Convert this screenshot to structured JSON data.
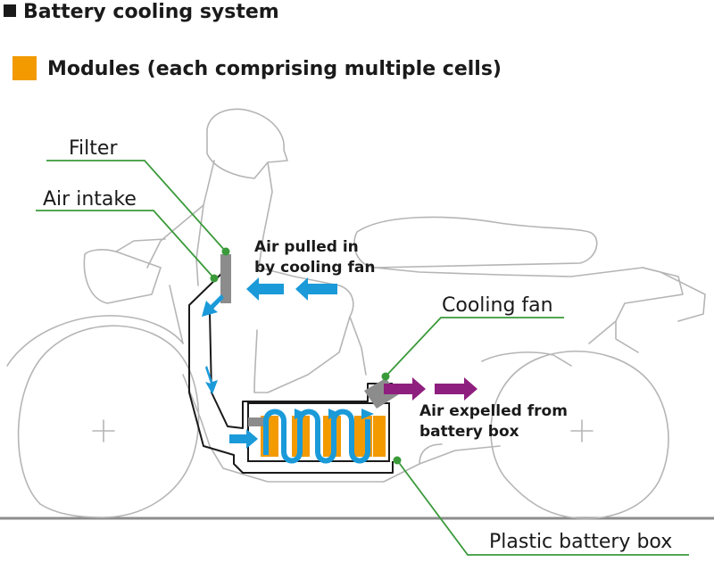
{
  "title": "Battery cooling system",
  "legend": {
    "text": "Modules (each comprising multiple cells)",
    "color": "#f29a00"
  },
  "labels": {
    "filter": "Filter",
    "air_intake": "Air intake",
    "air_pulled_line1": "Air pulled in",
    "air_pulled_line2": "by cooling fan",
    "cooling_fan": "Cooling fan",
    "air_expelled_line1": "Air expelled from",
    "air_expelled_line2": "battery box",
    "battery_box": "Plastic battery box"
  },
  "colors": {
    "module": "#f29a00",
    "intake_arrow": "#1a9ad9",
    "exhaust_arrow": "#8e1f7f",
    "leader": "#3a9a3a",
    "component_grey": "#8c8c8c",
    "outline": "#b5b5b5",
    "ground": "#8c8c8c"
  }
}
